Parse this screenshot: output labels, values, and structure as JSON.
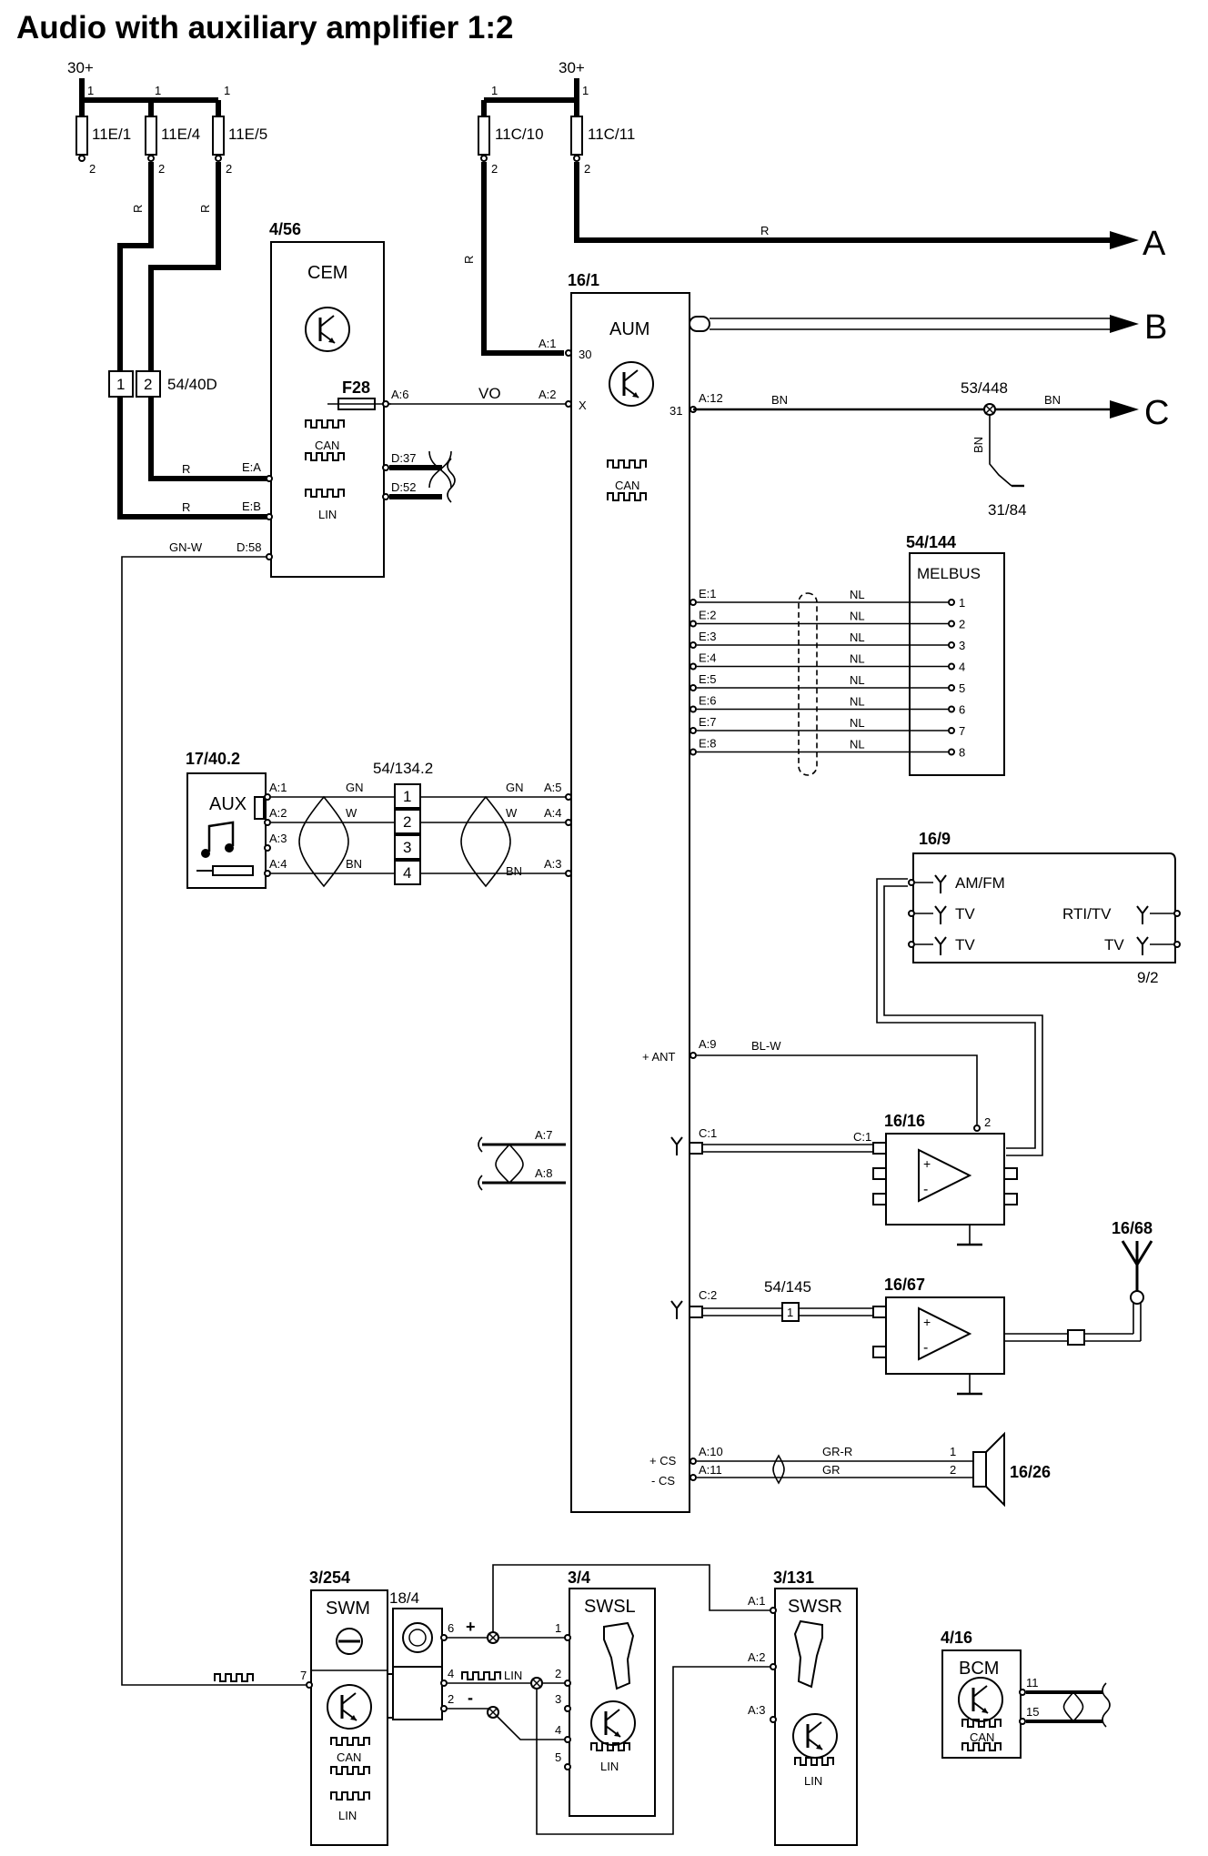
{
  "title": "Audio with auxiliary amplifier 1:2",
  "supply": {
    "left": "30+",
    "right": "30+"
  },
  "fuses": [
    {
      "id": "11E/1",
      "p1": "1",
      "p2": "2"
    },
    {
      "id": "11E/4",
      "p1": "1",
      "p2": "2"
    },
    {
      "id": "11E/5",
      "p1": "1",
      "p2": "2"
    },
    {
      "id": "11C/10",
      "p1": "1",
      "p2": "2"
    },
    {
      "id": "11C/11",
      "p1": "1",
      "p2": "2"
    }
  ],
  "outputs": {
    "a": "A",
    "b": "B",
    "c": "C"
  },
  "connectors": {
    "c54_40d": {
      "id": "54/40D",
      "pins": [
        "1",
        "2"
      ]
    },
    "c54_134": {
      "id": "54/134.2",
      "pins": [
        "1",
        "2",
        "3",
        "4"
      ]
    },
    "c54_145": {
      "id": "54/145",
      "pin": "1"
    },
    "c53_448": {
      "id": "53/448"
    },
    "ground": "31/84"
  },
  "cem": {
    "ref": "4/56",
    "name": "CEM",
    "fuse": "F28",
    "pins": {
      "a6": "A:6",
      "ea": "E:A",
      "eb": "E:B",
      "d37": "D:37",
      "d52": "D:52",
      "d58": "D:58"
    },
    "can": "CAN",
    "lin": "LIN"
  },
  "aum": {
    "ref": "16/1",
    "name": "AUM",
    "can": "CAN",
    "pins": {
      "a1": "A:1",
      "p30": "30",
      "a2": "A:2",
      "x": "X",
      "p31": "31",
      "a12": "A:12",
      "e": [
        "E:1",
        "E:2",
        "E:3",
        "E:4",
        "E:5",
        "E:6",
        "E:7",
        "E:8"
      ],
      "a5": "A:5",
      "a4": "A:4",
      "a3": "A:3",
      "ant": "+ ANT",
      "a9": "A:9",
      "c1": "C:1",
      "a7": "A:7",
      "a8": "A:8",
      "c2": "C:2",
      "cs_plus": "+ CS",
      "cs_minus": "- CS",
      "a10": "A:10",
      "a11": "A:11"
    }
  },
  "melbus": {
    "ref": "54/144",
    "name": "MELBUS",
    "pins": [
      "1",
      "2",
      "3",
      "4",
      "5",
      "6",
      "7",
      "8"
    ]
  },
  "aux": {
    "ref": "17/40.2",
    "name": "AUX",
    "pins": [
      "A:1",
      "A:2",
      "A:3",
      "A:4"
    ]
  },
  "antenna": {
    "ref": "16/9",
    "am_fm": "AM/FM",
    "tv1": "TV",
    "tv2": "TV",
    "rti_tv": "RTI/TV",
    "tv3": "TV",
    "sub": "9/2"
  },
  "amp1": {
    "ref": "16/16",
    "c1": "C:1",
    "p2": "2"
  },
  "amp2": {
    "ref": "16/67"
  },
  "ant2": {
    "ref": "16/68"
  },
  "speaker": {
    "ref": "16/26",
    "p1": "1",
    "p2": "2"
  },
  "swm": {
    "ref": "3/254",
    "name": "SWM",
    "pin7": "7",
    "can": "CAN",
    "lin": "LIN"
  },
  "clock": {
    "ref": "18/4",
    "p6": "6",
    "p4": "4",
    "p2": "2",
    "plus": "+",
    "minus": "-"
  },
  "swsl": {
    "ref": "3/4",
    "name": "SWSL",
    "pins": [
      "1",
      "2",
      "3",
      "4",
      "5"
    ],
    "lin": "LIN"
  },
  "swsr": {
    "ref": "3/131",
    "name": "SWSR",
    "pins": [
      "A:1",
      "A:2",
      "A:3"
    ],
    "lin": "LIN"
  },
  "bcm": {
    "ref": "4/16",
    "name": "BCM",
    "p11": "11",
    "p15": "15",
    "can": "CAN"
  },
  "wires": {
    "r": "R",
    "vo": "VO",
    "bn": "BN",
    "nl": "NL",
    "gn": "GN",
    "w": "W",
    "gn_w": "GN-W",
    "bl_w": "BL-W",
    "gr_r": "GR-R",
    "gr": "GR",
    "lin": "LIN"
  }
}
